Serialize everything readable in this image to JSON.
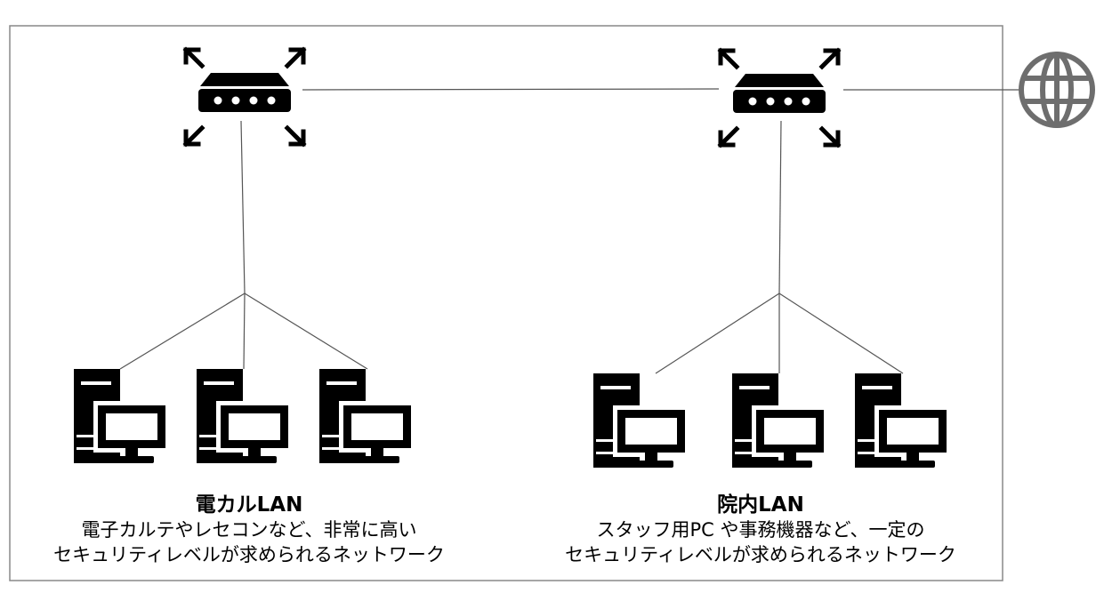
{
  "zones": [
    {
      "title": "電カルLAN",
      "desc_line1": "電子カルテやレセコンなど、非常に高い",
      "desc_line2": "セキュリティレベルが求められるネットワーク"
    },
    {
      "title": "院内LAN",
      "desc_line1": "スタッフ用PC や事務機器など、一定の",
      "desc_line2": "セキュリティレベルが求められるネットワーク"
    }
  ],
  "icons": {
    "router": "router-icon",
    "computer": "desktop-computer-icon",
    "internet": "globe-icon"
  },
  "colors": {
    "frame": "#888888",
    "lines": "#555555",
    "icons": "#000000",
    "globe": "#6e6e6e"
  }
}
